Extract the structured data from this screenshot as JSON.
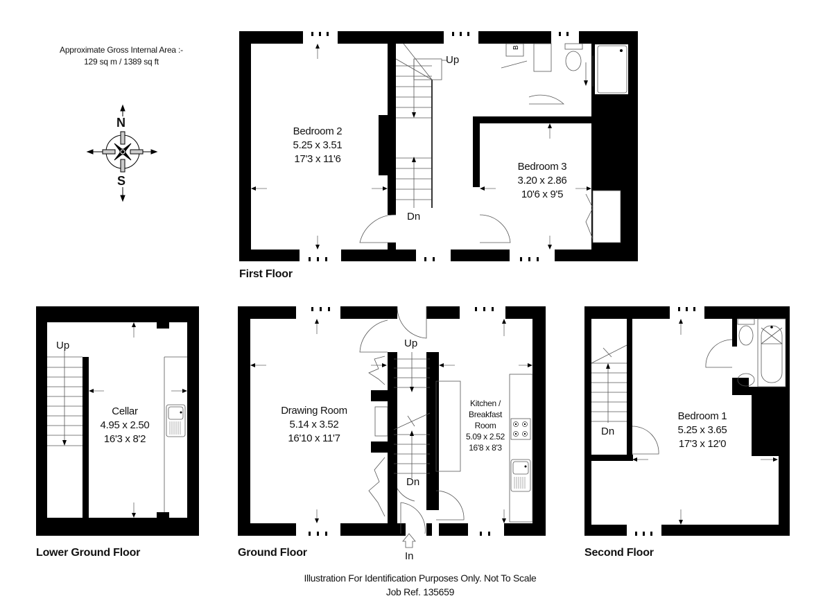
{
  "header": {
    "area_line1": "Approximate Gross Internal Area  :-",
    "area_line2": "129 sq m / 1389 sq ft"
  },
  "compass": {
    "north": "N",
    "south": "S",
    "icon": "compass-icon"
  },
  "floors": {
    "first": {
      "label": "First Floor",
      "rooms": [
        {
          "name": "Bedroom 2",
          "metric": "5.25 x 3.51",
          "imperial": "17'3 x 11'6"
        },
        {
          "name": "Bedroom 3",
          "metric": "3.20 x 2.86",
          "imperial": "10'6 x 9'5"
        }
      ],
      "stairs": {
        "up": "Up",
        "down": "Dn"
      },
      "fixtures": [
        "boiler-icon",
        "basin-icon",
        "toilet-icon",
        "shower-icon"
      ],
      "boiler_letter": "B"
    },
    "lower_ground": {
      "label": "Lower Ground Floor",
      "rooms": [
        {
          "name": "Cellar",
          "metric": "4.95 x 2.50",
          "imperial": "16'3 x 8'2"
        }
      ],
      "stairs": {
        "up": "Up"
      },
      "fixtures": [
        "sink-icon"
      ]
    },
    "ground": {
      "label": "Ground Floor",
      "rooms": [
        {
          "name": "Drawing Room",
          "metric": "5.14 x 3.52",
          "imperial": "16'10 x 11'7"
        },
        {
          "name_line1": "Kitchen /",
          "name_line2": "Breakfast",
          "name_line3": "Room",
          "metric": "5.09 x 2.52",
          "imperial": "16'8 x 8'3"
        }
      ],
      "stairs": {
        "up": "Up",
        "down": "Dn"
      },
      "entrance": "In",
      "fixtures": [
        "hob-icon",
        "sink-icon"
      ]
    },
    "second": {
      "label": "Second Floor",
      "rooms": [
        {
          "name": "Bedroom 1",
          "metric": "5.25 x 3.65",
          "imperial": "17'3 x 12'0"
        }
      ],
      "stairs": {
        "down": "Dn"
      },
      "fixtures": [
        "toilet-icon",
        "bath-icon",
        "basin-icon"
      ]
    }
  },
  "footer": {
    "disclaimer": "Illustration For Identification Purposes Only. Not To Scale",
    "job_ref": "Job Ref. 135659"
  },
  "colors": {
    "wall": "#000000",
    "background": "#ffffff",
    "line": "#555555"
  }
}
